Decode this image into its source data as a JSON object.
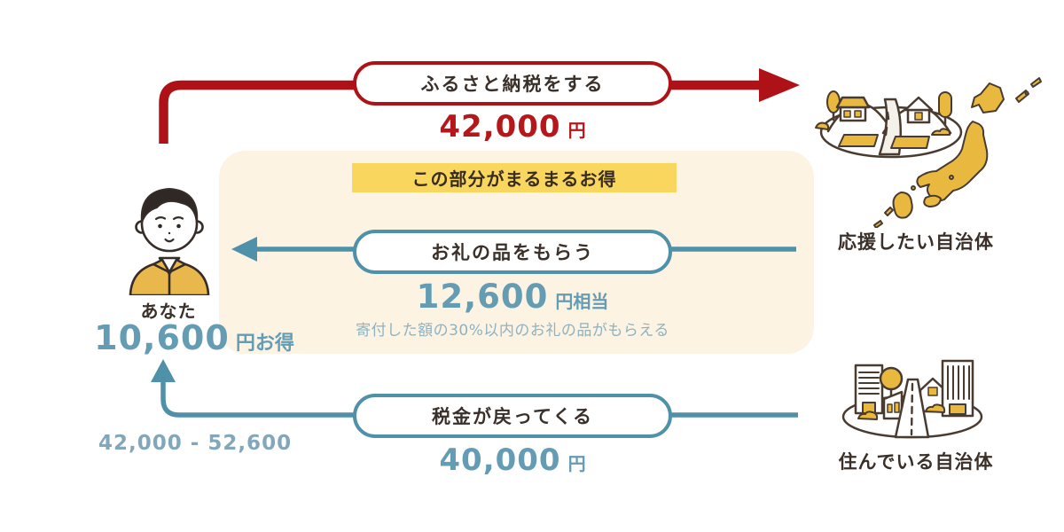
{
  "left": {
    "you_label": "あなた",
    "benefit_amount": "10,600",
    "benefit_suffix": "円お得",
    "calculation": "42,000 - 52,600"
  },
  "top_flow": {
    "label": "ふるさと納税をする",
    "amount": "42,000",
    "unit": "円"
  },
  "middle_flow": {
    "highlight": "この部分がまるまるお得",
    "label": "お礼の品をもらう",
    "amount": "12,600",
    "unit": "円相当",
    "note": "寄付した額の30%以内のお礼の品がもらえる"
  },
  "bottom_flow": {
    "label": "税金が戻ってくる",
    "amount": "40,000",
    "unit": "円"
  },
  "right": {
    "support_label": "応援したい自治体",
    "home_label": "住んでいる自治体"
  },
  "icons": {
    "you": "person-avatar-icon",
    "support": "village-japan-map-icon",
    "home": "city-buildings-icon"
  },
  "colors": {
    "arrow_red": "#ae1216",
    "amount_red": "#b5181b",
    "arrow_teal": "#4e91a9",
    "amount_teal": "#649cb4",
    "note_teal": "#8fb2c0",
    "calc_teal": "#82a7bb",
    "panel_bg": "#fcf3e2",
    "highlight_yellow": "#f9d75f",
    "text_dark": "#3a3029",
    "illustration_gold": "#e9b93f"
  }
}
